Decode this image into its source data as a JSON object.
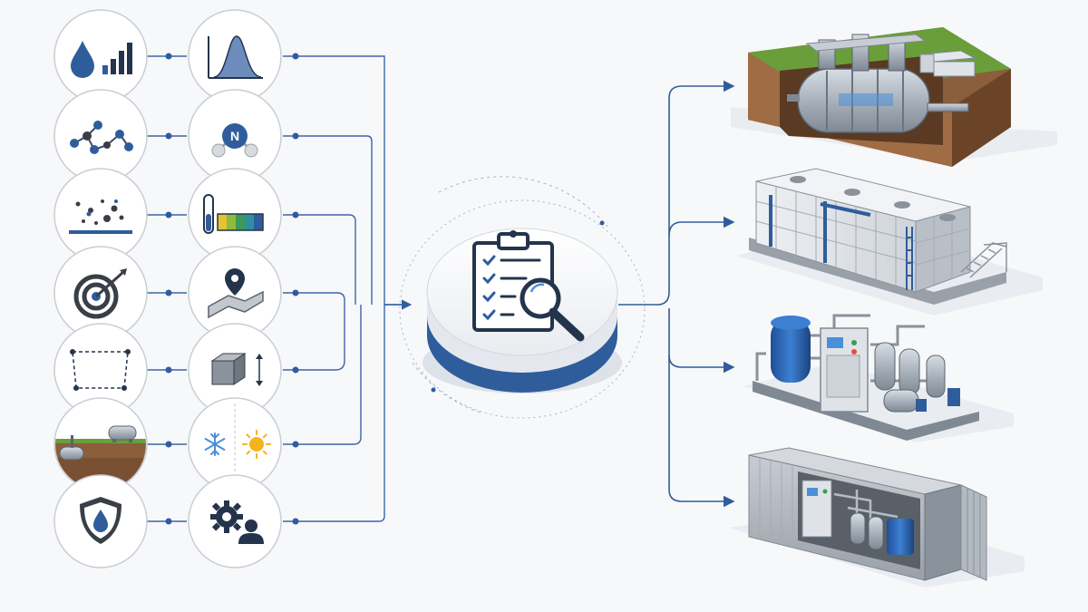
{
  "labels": {
    "nitrogen_symbol": "N"
  },
  "colors": {
    "background": "#f7f8fa",
    "accent_blue": "#2f5d9c",
    "dark_navy": "#24344d",
    "icon_gray": "#3a3f47",
    "line_blue": "#3b66a8",
    "circle_border": "#c9cdd3",
    "soil_brown": "#8b5e3c",
    "grass_green": "#6a9e3a",
    "sun_yellow": "#f5b31b",
    "snow_blue": "#4a90d9"
  },
  "input_factors": [
    {
      "row": 1,
      "left_icon": "water-drop-bar-chart-icon",
      "right_icon": "distribution-curve-icon"
    },
    {
      "row": 2,
      "left_icon": "molecule-network-icon",
      "right_icon": "nitrogen-molecule-icon"
    },
    {
      "row": 3,
      "left_icon": "suspended-particles-icon",
      "right_icon": "test-tube-color-scale-icon"
    },
    {
      "row": 4,
      "left_icon": "target-icon",
      "right_icon": "map-location-pin-icon"
    },
    {
      "row": 5,
      "left_icon": "site-area-outline-icon",
      "right_icon": "cube-height-icon"
    },
    {
      "row": 6,
      "left_icon": "underground-tank-icon",
      "right_icon": "snowflake-sun-icon"
    },
    {
      "row": 7,
      "left_icon": "shield-drop-icon",
      "right_icon": "gear-person-icon"
    }
  ],
  "center_hub": {
    "icon": "clipboard-checklist-magnifier-icon"
  },
  "output_options": [
    {
      "id": "underground-tank",
      "icon": "underground-tank-system-illustration"
    },
    {
      "id": "modular-tank-array",
      "icon": "modular-panel-tanks-illustration"
    },
    {
      "id": "skid-mounted-plant",
      "icon": "skid-mounted-treatment-plant-illustration"
    },
    {
      "id": "containerized-plant",
      "icon": "containerized-treatment-plant-illustration"
    }
  ]
}
